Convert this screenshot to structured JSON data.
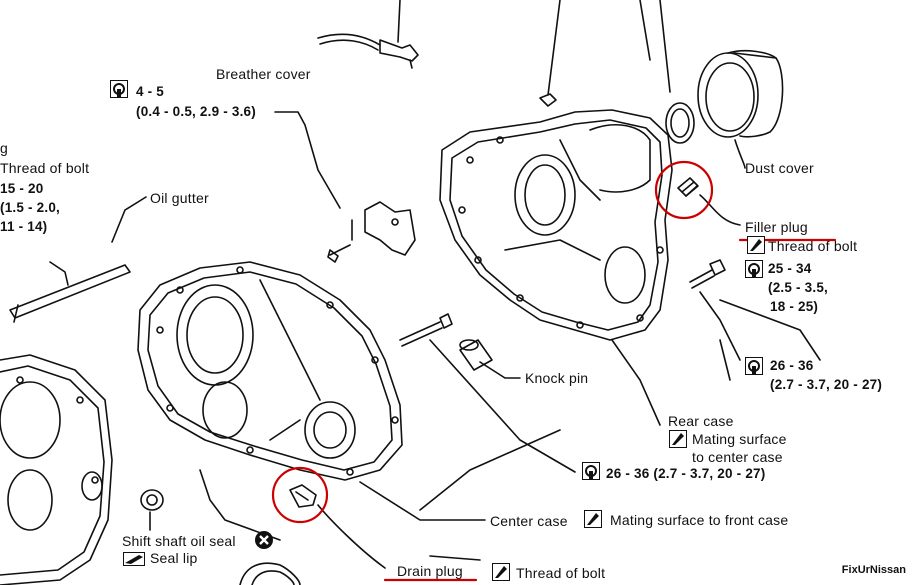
{
  "labels": {
    "breather_cover": "Breather cover",
    "oil_gutter": "Oil gutter",
    "dust_cover": "Dust cover",
    "filler_plug": "Filler plug",
    "thread_of_bolt": "Thread of bolt",
    "knock_pin": "Knock pin",
    "rear_case": "Rear case",
    "mating_surface_center_1": "Mating surface",
    "mating_surface_center_2": "to center case",
    "center_case": "Center case",
    "mating_surface_front": "Mating surface to front case",
    "shift_shaft_oil_seal": "Shift shaft oil seal",
    "seal_lip": "Seal lip",
    "drain_plug": "Drain plug",
    "left_cut_g": "g",
    "left_thread_of_bolt": "Thread of bolt"
  },
  "torques": {
    "breather_nm": "4 - 5",
    "breather_kgm": "(0.4 - 0.5, 2.9 - 3.6)",
    "left_1": "15 - 20",
    "left_2": "(1.5 - 2.0,",
    "left_3": "11 - 14)",
    "filler_1": "25 - 34",
    "filler_2": "(2.5 - 3.5,",
    "filler_3": "18 - 25)",
    "rear_1": "26 - 36",
    "rear_2": "(2.7 - 3.7, 20 - 27)",
    "center_bolt": "26 - 36 (2.7 - 3.7, 20 - 27)"
  },
  "icons": [
    "torque-wrench-icon",
    "sealant-icon",
    "grease-icon",
    "do-not-reuse-icon"
  ],
  "watermark": "FixUrNissan",
  "colors": {
    "ink": "#111111",
    "highlight": "#cc0000"
  }
}
